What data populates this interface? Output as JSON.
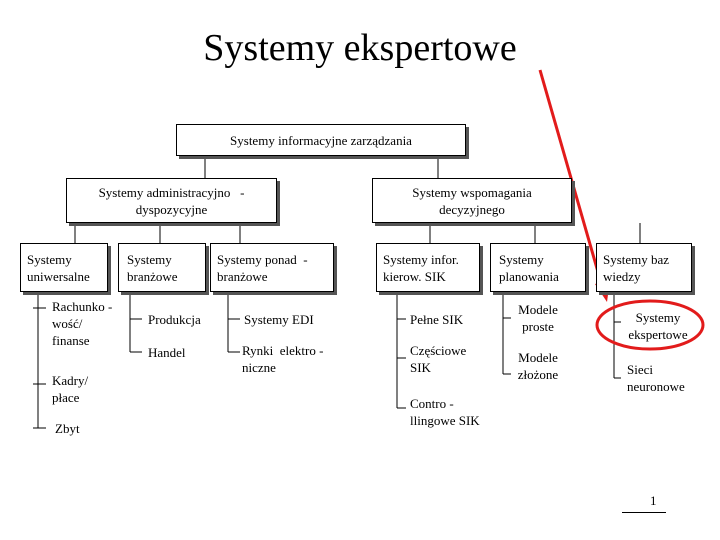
{
  "slide": {
    "title": "Systemy ekspertowe",
    "page_number": "1",
    "colors": {
      "arrow": "#e21b1b",
      "highlight": "#e21b1b",
      "text": "#000000"
    }
  },
  "diagram": {
    "root": "Systemy informacyjne zarządzania",
    "level1": {
      "admin": {
        "line1": "Systemy administracyjno   -",
        "line2": "dyspozycyjne"
      },
      "support": {
        "line1": "Systemy wspomagania",
        "line2": "decyzyjnego"
      }
    },
    "level2": {
      "universal": {
        "line1": "Systemy",
        "line2": "uniwersalne"
      },
      "sector": {
        "line1": "Systemy",
        "line2": "branżowe"
      },
      "cross_sector": {
        "line1": "Systemy ponad  -",
        "line2": "branżowe"
      },
      "sik": {
        "line1": "Systemy infor.",
        "line2": "kierow. SIK"
      },
      "planning": {
        "line1": "Systemy",
        "line2": "planowania"
      },
      "knowledge": {
        "line1": "Systemy baz",
        "line2": "wiedzy"
      }
    },
    "leaves": {
      "universal": [
        {
          "line1": "Rachunko -",
          "line2": "wość/",
          "line3": "finanse"
        },
        {
          "line1": "Kadry/",
          "line2": "płace"
        },
        {
          "line1": "Zbyt"
        }
      ],
      "sector": [
        "Produkcja",
        "Handel"
      ],
      "cross_sector": [
        {
          "line1": "Systemy EDI"
        },
        {
          "line1": "Rynki  elektro -",
          "line2": "niczne"
        }
      ],
      "sik": [
        {
          "line1": "Pełne SIK"
        },
        {
          "line1": "Częściowe",
          "line2": "SIK"
        },
        {
          "line1": "Contro -",
          "line2": "llingowe SIK"
        }
      ],
      "planning": [
        {
          "line1": "Modele",
          "line2": "proste"
        },
        {
          "line1": "Modele",
          "line2": "złożone"
        }
      ],
      "knowledge": [
        {
          "line1": "Systemy",
          "line2": "ekspertowe"
        },
        {
          "line1": "Sieci",
          "line2": "neuronowe"
        }
      ]
    }
  }
}
